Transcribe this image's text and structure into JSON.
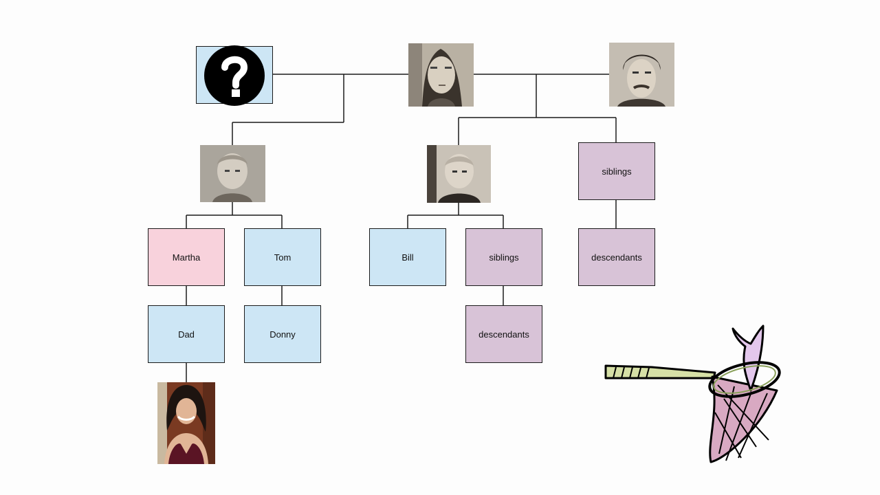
{
  "nodes": {
    "martha": "Martha",
    "tom": "Tom",
    "bill": "Bill",
    "siblings_mid": "siblings",
    "siblings_right": "siblings",
    "descendants_right": "descendants",
    "descendants_mid": "descendants",
    "dad": "Dad",
    "donny": "Donny"
  },
  "colors": {
    "male": "#cde6f5",
    "female": "#f8d2dc",
    "other": "#d8c3d7"
  },
  "icons": {
    "unknown_ancestor": "question-mark-icon",
    "illustration": "fishing-net-icon"
  }
}
